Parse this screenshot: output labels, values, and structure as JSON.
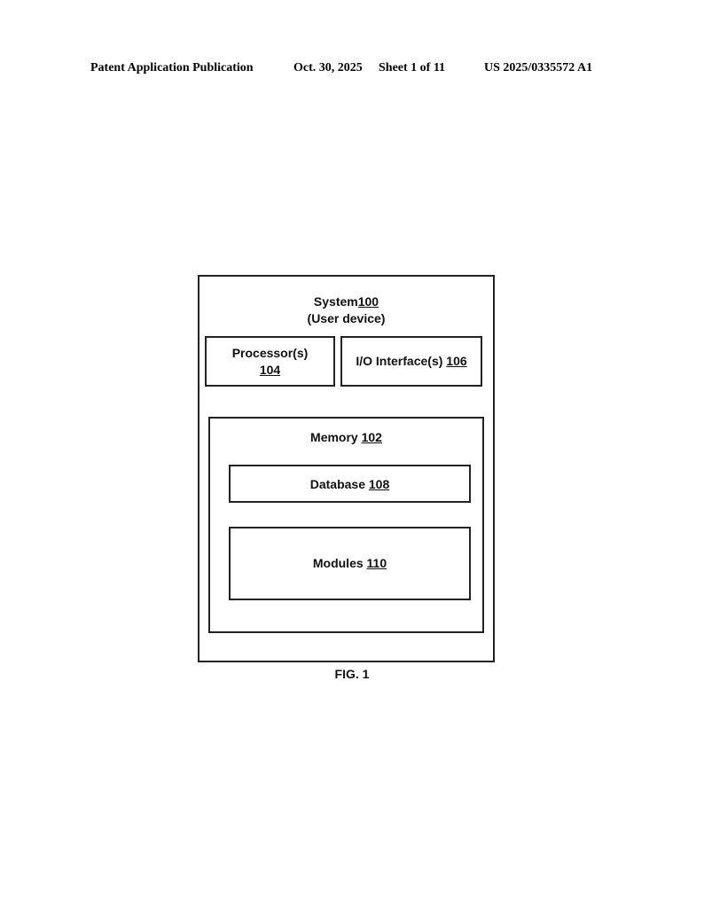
{
  "header": {
    "publication": "Patent Application Publication",
    "date": "Oct. 30, 2025",
    "sheet": "Sheet 1 of 11",
    "number": "US 2025/0335572 A1"
  },
  "diagram": {
    "system": {
      "label": "System",
      "ref": "100",
      "subtitle": "(User device)"
    },
    "processor": {
      "label": "Processor(s)",
      "ref": "104"
    },
    "io_interface": {
      "label": "I/O Interface(s) ",
      "ref": "106"
    },
    "memory": {
      "label": "Memory ",
      "ref": "102"
    },
    "database": {
      "label": "Database ",
      "ref": "108"
    },
    "modules": {
      "label": "Modules ",
      "ref": "110"
    }
  },
  "figure_label": "FIG. 1"
}
